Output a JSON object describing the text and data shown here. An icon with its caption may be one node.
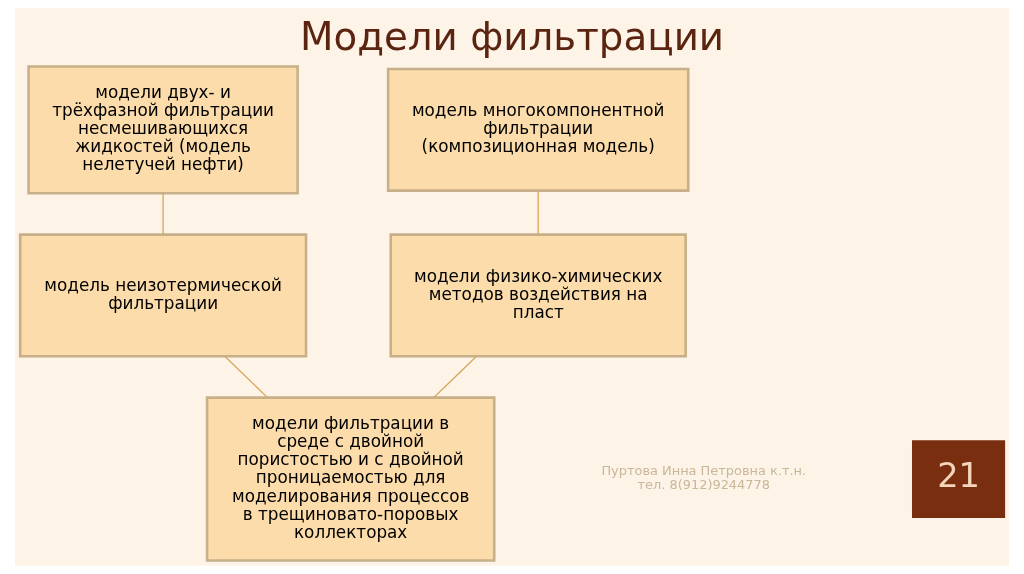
{
  "diagram": {
    "title": "Модели фильтрации",
    "nodes": [
      {
        "text": [
          "модели двух- и трёхфазной фильтрации несмешивающихся жидкостей (модель нелетучей нефти)"
        ]
      },
      {
        "text": [
          "модель многокомпонентной фильтрации (композиционная модель)"
        ]
      },
      {
        "text": [
          "модель неизотермической фильтрации"
        ]
      },
      {
        "text": [
          "модели физико-химических методов воздействия на пласт"
        ]
      },
      {
        "text": [
          "модели фильтрации в среде с двойной пористостью и с двойной проницаемостью для моделирования процессов в трещиновато-поровых коллекторах"
        ]
      }
    ],
    "edges": [
      {
        "from": 0,
        "to": 2,
        "arrow": "none"
      },
      {
        "from": 1,
        "to": 3,
        "arrow": "none"
      },
      {
        "from": 2,
        "to": 4,
        "arrow": "none"
      },
      {
        "from": 3,
        "to": 4,
        "arrow": "none"
      }
    ],
    "labels": [
      "Пуртова Инна Петровна к.т.н.",
      "тел. 8(912)9244778",
      "21"
    ]
  }
}
